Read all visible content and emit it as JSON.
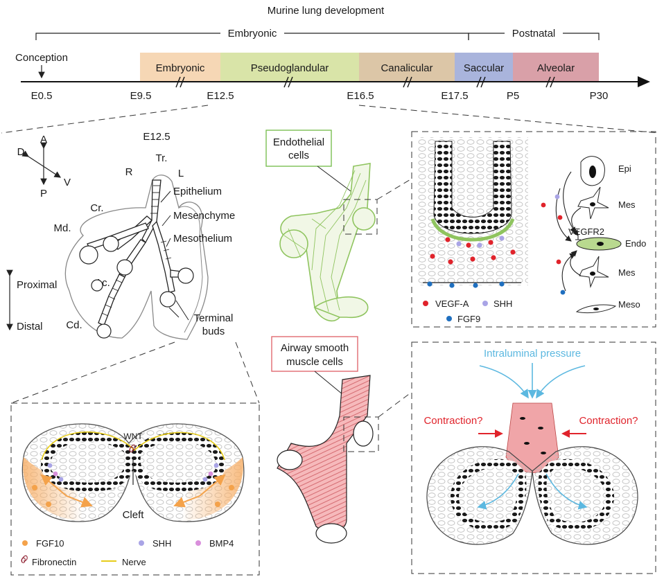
{
  "title": "Murine lung development",
  "timeline": {
    "top_brackets": {
      "embryonic": "Embryonic",
      "postnatal": "Postnatal"
    },
    "conception": "Conception",
    "stages": [
      {
        "label": "Embryonic",
        "color": "#f6d7b5"
      },
      {
        "label": "Pseudoglandular",
        "color": "#d9e4a8"
      },
      {
        "label": "Canalicular",
        "color": "#dcc6a7"
      },
      {
        "label": "Saccular",
        "color": "#a9b4dc"
      },
      {
        "label": "Alveolar",
        "color": "#d9a0a8"
      }
    ],
    "ticks": [
      "E0.5",
      "E9.5",
      "E12.5",
      "E16.5",
      "E17.5",
      "P5",
      "P30"
    ]
  },
  "lung_panel": {
    "stage": "E12.5",
    "axes": {
      "anterior": "A",
      "posterior": "P",
      "dorsal": "D",
      "ventral": "V"
    },
    "lobes": {
      "trachea": "Tr.",
      "right": "R",
      "left": "L",
      "cranial": "Cr.",
      "medial": "Md.",
      "accessory": "Ac.",
      "caudal": "Cd."
    },
    "layers": [
      "Epithelium",
      "Mesenchyme",
      "Mesothelium"
    ],
    "proximal": "Proximal",
    "distal": "Distal",
    "terminal_buds": [
      "Terminal",
      "buds"
    ]
  },
  "endothelial": {
    "box_label": [
      "Endothelial",
      "cells"
    ],
    "detail": {
      "cells": [
        "Epi",
        "Mes",
        "VEGFR2",
        "Endo",
        "Mes",
        "Meso"
      ],
      "legend": [
        "VEGF-A",
        "SHH",
        "FGF9"
      ]
    }
  },
  "smooth_muscle": {
    "box_label": [
      "Airway smooth",
      "muscle cells"
    ],
    "detail": {
      "pressure": "Intraluminal pressure",
      "contraction_left": "Contraction?",
      "contraction_right": "Contraction?"
    }
  },
  "bud_detail": {
    "wnt": "WNT",
    "cleft": "Cleft",
    "legend": [
      "FGF10",
      "SHH",
      "BMP4",
      "Fibronectin",
      "Nerve"
    ]
  },
  "colors": {
    "vegfa": "#e0232b",
    "shh": "#a9a4e6",
    "fgf9": "#1f6fbf",
    "fgf10": "#f4a24a",
    "bmp4": "#d98fdc",
    "fibronectin": "#8b1a2b",
    "nerve": "#e6cc1a",
    "endothelial_green": "#8fc45f",
    "smooth_muscle_pink": "#ef8f93",
    "pressure_blue": "#5cb8e0",
    "contraction_red": "#e0232b"
  }
}
